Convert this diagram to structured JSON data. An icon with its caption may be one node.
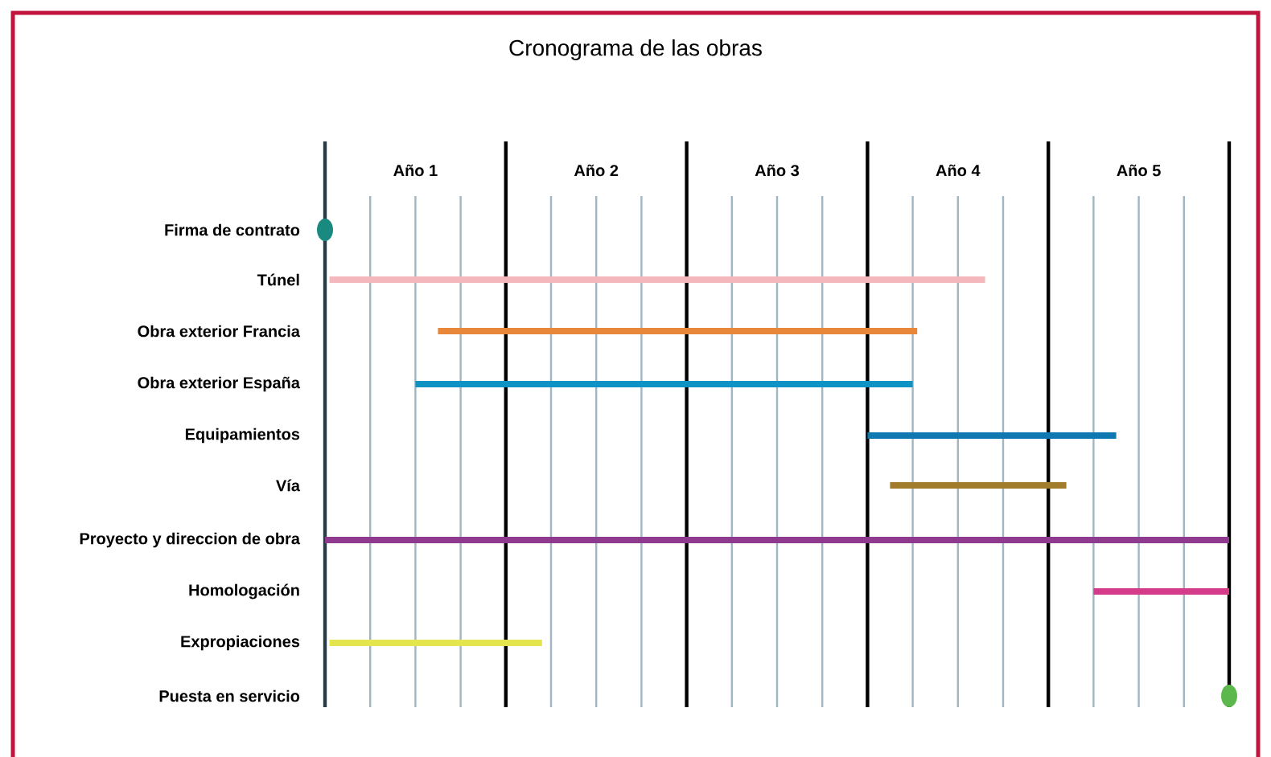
{
  "diagram": {
    "title": "Cronograma de las obras",
    "labels": [
      "Año 1",
      "Año 2",
      "Año 3",
      "Año 4",
      "Año 5",
      "Firma de contrato",
      "Túnel",
      "Obra exterior Francia",
      "Obra exterior España",
      "Equipamientos",
      "Vía",
      "Proyecto y direccion de obra",
      "Homologación",
      "Expropiaciones",
      "Puesta en servicio"
    ]
  }
}
